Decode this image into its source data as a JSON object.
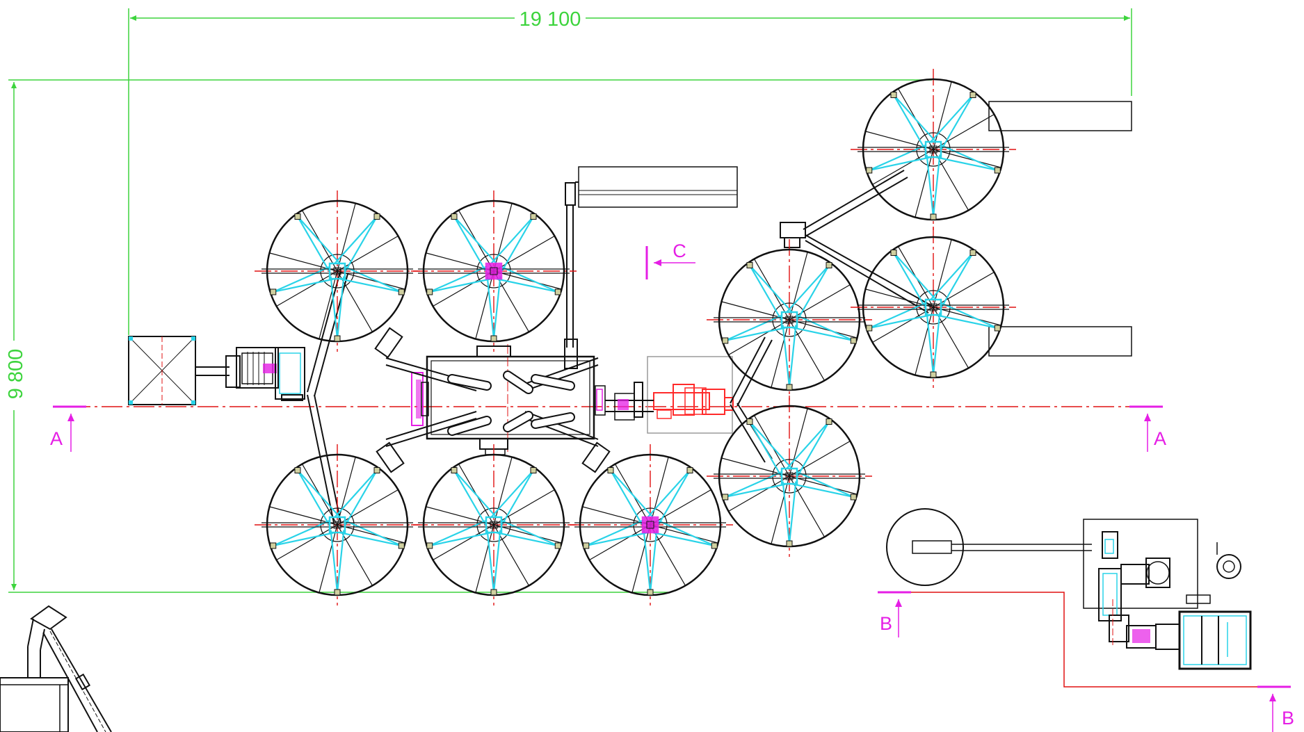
{
  "colors": {
    "dimension": "#3dd43d",
    "centerline": "#e01010",
    "section_marker": "#e51ee5",
    "frame": "#111111",
    "spoke_highlight": "#29d3e8",
    "gearbox": "#ff2a2a"
  },
  "dimensions": {
    "width": "19 100",
    "height": "9 800"
  },
  "sections": {
    "a": "A",
    "b": "B",
    "c": "C"
  }
}
